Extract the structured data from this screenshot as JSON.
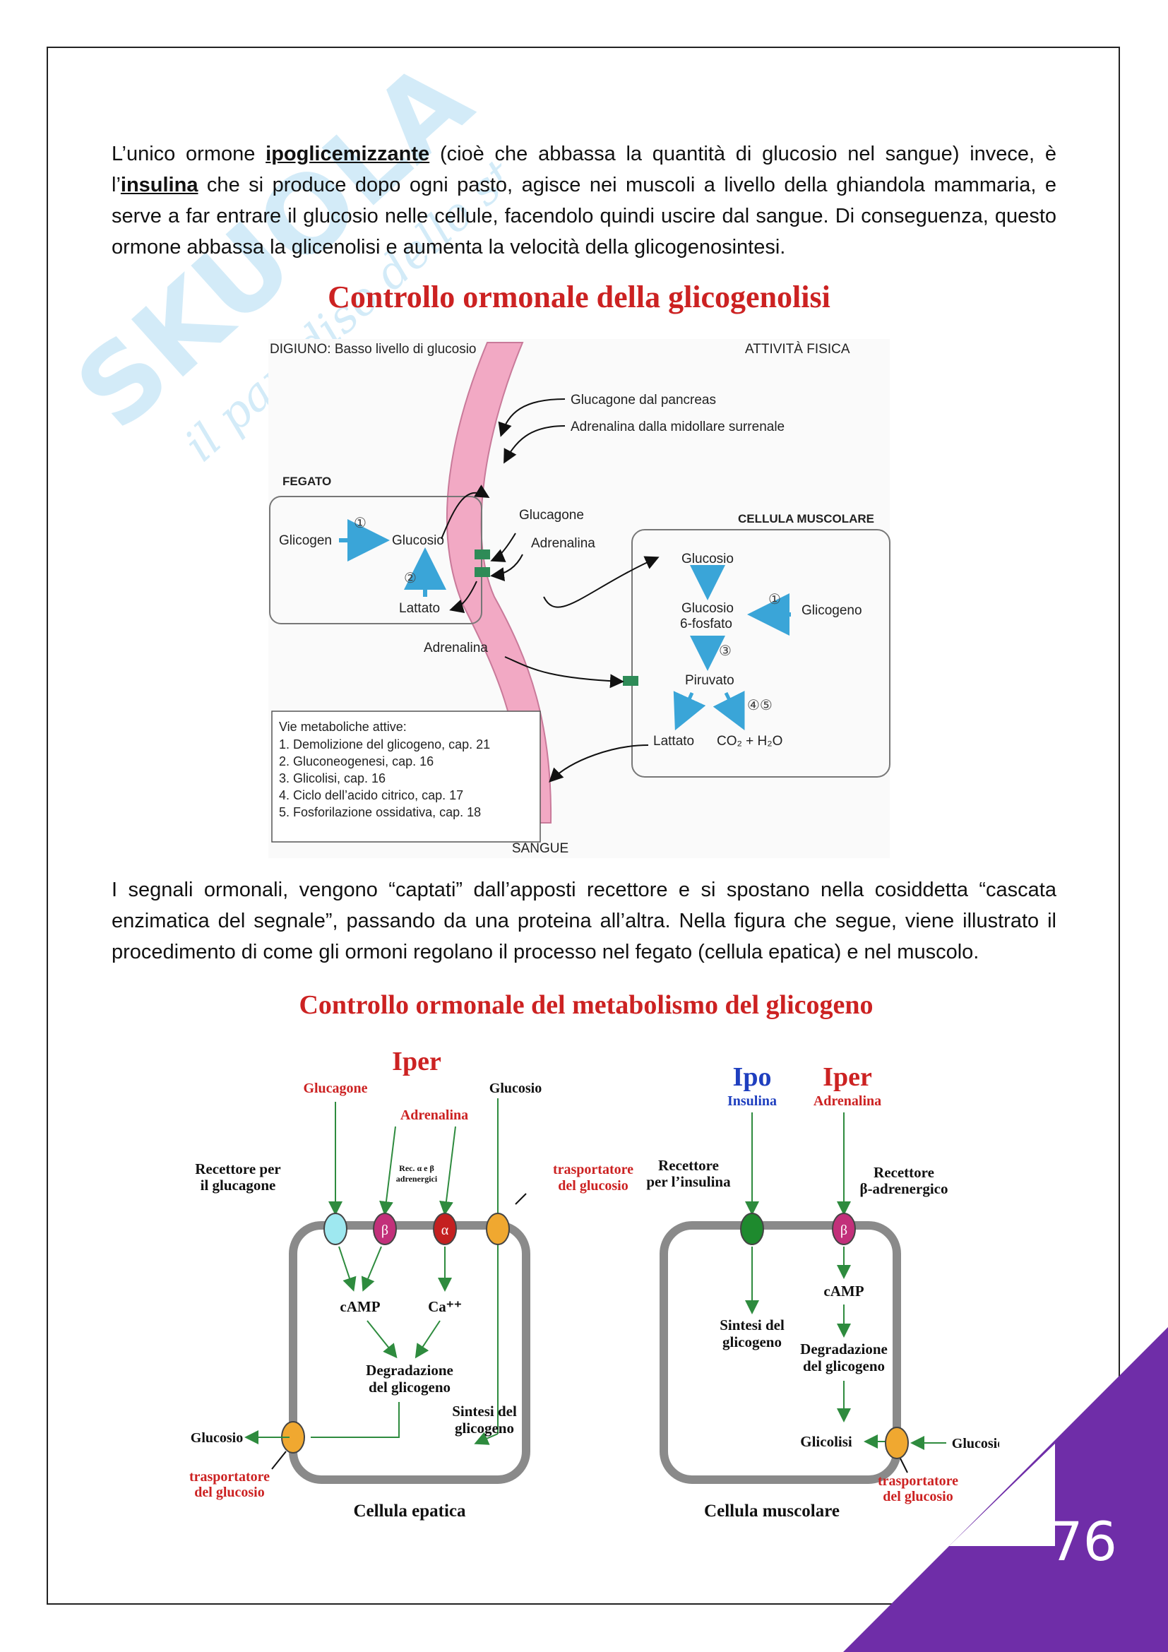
{
  "paragraph1": {
    "s1": "L’unico ormone ",
    "k1": "ipoglicemizzante",
    "s2": " (cioè che abbassa la quantità di glucosio nel sangue) invece, è l’",
    "k2": "insulina",
    "s3": " che si produce dopo ogni pasto, agisce nei muscoli a livello della ghiandola mammaria, e serve a far entrare il glucosio nelle cellule, facendolo quindi uscire dal sangue. Di conseguenza, questo ormone abbassa la glicenolisi e aumenta la velocità della glicogenosintesi."
  },
  "figure1": {
    "title": "Controllo ormonale della glicogenolisi",
    "fasting": "DIGIUNO: Basso livello di glucosio",
    "exercise": "ATTIVITÀ FISICA",
    "glucagon_src": "Glucagone dal pancreas",
    "adrenaline_src": "Adrenalina dalla midollare surrenale",
    "liver": "FEGATO",
    "glycogen": "Glicogen",
    "glucose": "Glucosio",
    "lactate": "Lattato",
    "step1": "①",
    "step2": "②",
    "glucagon": "Glucagone",
    "adrenaline": "Adrenalina",
    "adrenaline2": "Adrenalina",
    "muscle": "CELLULA MUSCOLARE",
    "m_glucose": "Glucosio",
    "m_g6p_1": "Glucosio",
    "m_g6p_2": "6-fosfato",
    "m_glycogen": "Glicogeno",
    "m_step1": "①",
    "m_step3": "③",
    "m_pyruvate": "Piruvato",
    "m_step45": "④⑤",
    "m_lactate": "Lattato",
    "m_co2": "CO₂ + H₂O",
    "blood": "SANGUE",
    "legend_title": "Vie metaboliche attive:",
    "legend": [
      "1. Demolizione del glicogeno, cap. 21",
      "2. Gluconeogenesi, cap. 16",
      "3. Glicolisi, cap. 16",
      "4. Ciclo dell’acido citrico, cap. 17",
      "5. Fosforilazione ossidativa, cap. 18"
    ]
  },
  "paragraph2": "I segnali ormonali, vengono “captati” dall’apposti recettore e si spostano nella cosiddetta “cascata enzimatica del segnale”, passando da una proteina all’altra. Nella figura che segue, viene illustrato il procedimento di come gli ormoni regolano il processo nel fegato (cellula epatica) e nel muscolo.",
  "figure2": {
    "title": "Controllo ormonale del metabolismo del glicogeno",
    "iper_left": "Iper",
    "glucagone": "Glucagone",
    "adrenalina": "Adrenalina",
    "glucosio_top": "Glucosio",
    "rec_gluc_1": "Recettore per",
    "rec_gluc_2": "il glucagone",
    "rec_ab_1": "Rec. α e β",
    "rec_ab_2": "adrenergici",
    "trasp_1": "trasportatore",
    "trasp_2": "del glucosio",
    "beta": "β",
    "alpha": "α",
    "camp": "cAMP",
    "ca": "Ca⁺⁺",
    "degr_1": "Degradazione",
    "degr_2": "del glicogeno",
    "sint_1": "Sintesi del",
    "sint_2": "glicogeno",
    "glucosio_left": "Glucosio",
    "trasp_left_1": "trasportatore",
    "trasp_left_2": "del glucosio",
    "cell_liver": "Cellula epatica",
    "ipo": "Ipo",
    "iper_right": "Iper",
    "insulina": "Insulina",
    "adrenalina_r": "Adrenalina",
    "rec_ins_1": "Recettore",
    "rec_ins_2": "per l’insulina",
    "rec_beta_1": "Recettore",
    "rec_beta_2": "β-adrenergico",
    "m_sint_1": "Sintesi del",
    "m_sint_2": "glicogeno",
    "m_camp": "cAMP",
    "m_degr_1": "Degradazione",
    "m_degr_2": "del glicogeno",
    "glicolisi": "Glicolisi",
    "glucosio_right": "Glucosio",
    "trasp_right_1": "trasportatore",
    "trasp_right_2": "del glucosio",
    "cell_muscle": "Cellula muscolare"
  },
  "page_number": "76",
  "colors": {
    "accent_red": "#cc2222",
    "blue": "#1f3fbf",
    "green_arrow": "#2e8b3e",
    "purple_corner": "#6f2da8",
    "blood_pink": "#f2a9c4"
  }
}
